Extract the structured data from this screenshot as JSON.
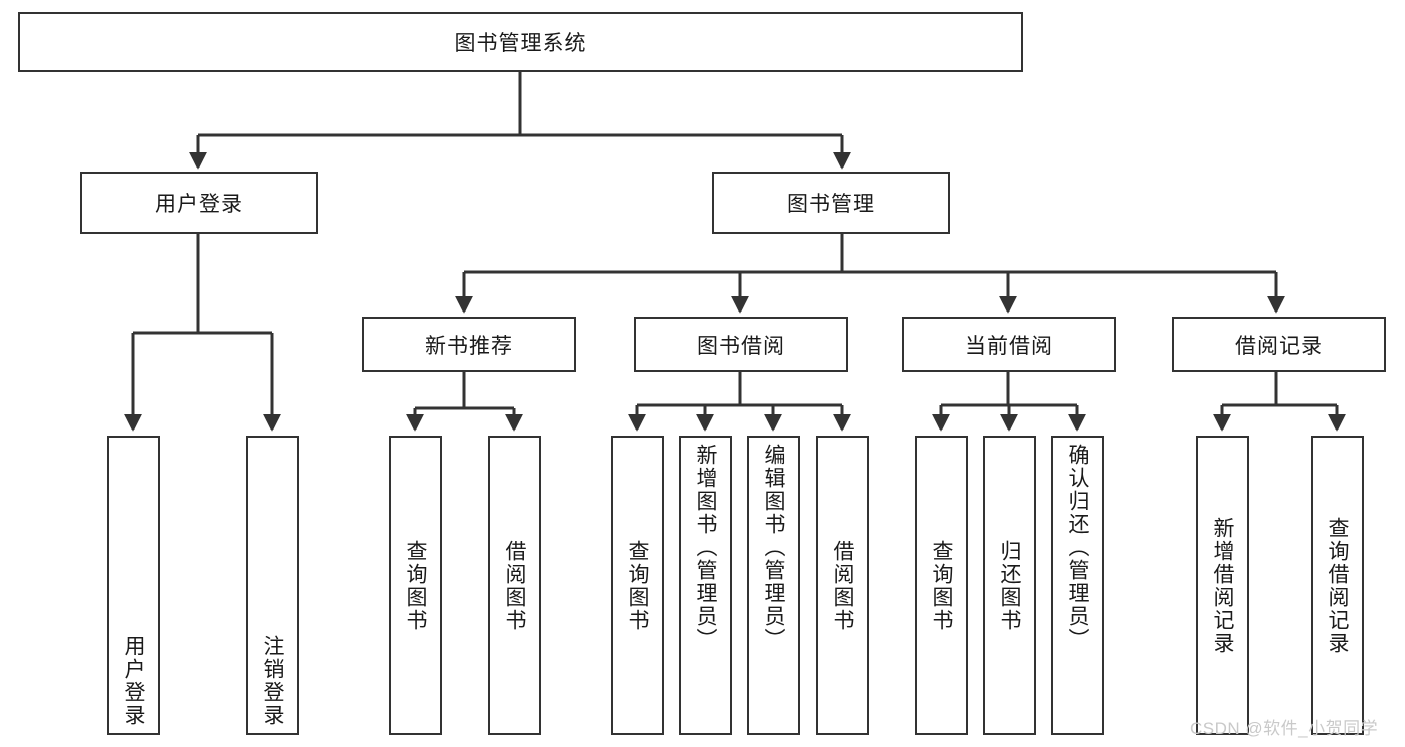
{
  "diagram": {
    "type": "tree-hierarchy",
    "title": "图书管理系统",
    "root": {
      "id": "root",
      "label": "图书管理系统"
    },
    "level2": [
      {
        "id": "user-login",
        "label": "用户登录"
      },
      {
        "id": "book-manage",
        "label": "图书管理"
      }
    ],
    "level3": [
      {
        "id": "new-book-rec",
        "label": "新书推荐",
        "parent": "book-manage"
      },
      {
        "id": "book-borrow",
        "label": "图书借阅",
        "parent": "book-manage"
      },
      {
        "id": "current-borrow",
        "label": "当前借阅",
        "parent": "book-manage"
      },
      {
        "id": "borrow-record",
        "label": "借阅记录",
        "parent": "book-manage"
      }
    ],
    "leaves": [
      {
        "id": "leaf-1",
        "label": "用户登录",
        "parent": "user-login"
      },
      {
        "id": "leaf-2",
        "label": "注销登录",
        "parent": "user-login"
      },
      {
        "id": "leaf-3",
        "label": "查询图书",
        "parent": "new-book-rec"
      },
      {
        "id": "leaf-4",
        "label": "借阅图书",
        "parent": "new-book-rec"
      },
      {
        "id": "leaf-5",
        "label": "查询图书",
        "parent": "book-borrow"
      },
      {
        "id": "leaf-6",
        "label": "新增图书（管理员）",
        "parent": "book-borrow"
      },
      {
        "id": "leaf-7",
        "label": "编辑图书（管理员）",
        "parent": "book-borrow"
      },
      {
        "id": "leaf-8",
        "label": "借阅图书",
        "parent": "book-borrow"
      },
      {
        "id": "leaf-9",
        "label": "查询图书",
        "parent": "current-borrow"
      },
      {
        "id": "leaf-10",
        "label": "归还图书",
        "parent": "current-borrow"
      },
      {
        "id": "leaf-11",
        "label": "确认归还（管理员）",
        "parent": "current-borrow"
      },
      {
        "id": "leaf-12",
        "label": "新增借阅记录",
        "parent": "borrow-record"
      },
      {
        "id": "leaf-13",
        "label": "查询借阅记录",
        "parent": "borrow-record"
      }
    ]
  },
  "watermark": {
    "text": "CSDN @软件_小贺同学"
  },
  "colors": {
    "background": "#ffffff",
    "node_border": "#333333",
    "node_fill": "#ffffff",
    "edge": "#333333",
    "text": "#1a1a1a",
    "watermark": "#c9c9c9"
  }
}
